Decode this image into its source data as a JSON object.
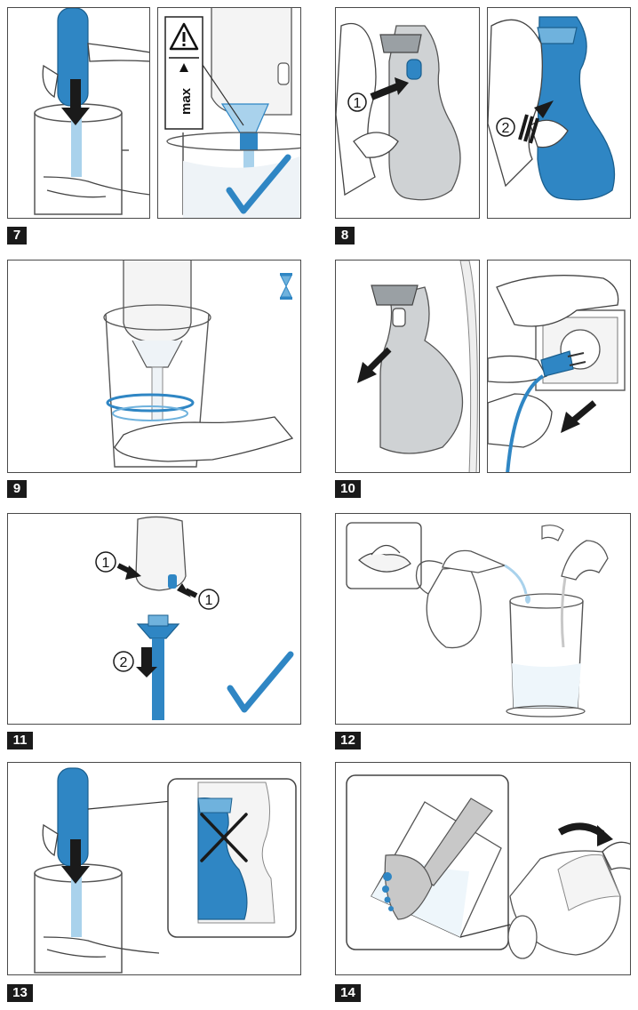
{
  "steps": [
    {
      "number": "7",
      "panel_text": "max"
    },
    {
      "number": "8",
      "callouts": [
        "1",
        "2"
      ]
    },
    {
      "number": "9"
    },
    {
      "number": "10"
    },
    {
      "number": "11",
      "callouts": [
        "1",
        "1",
        "2"
      ]
    },
    {
      "number": "12"
    },
    {
      "number": "13"
    },
    {
      "number": "14"
    }
  ],
  "colors": {
    "accent_blue": "#2f86c4",
    "light_blue": "#a9d2ec",
    "frame_border": "#4a4a4a",
    "badge_bg": "#1a1a1a",
    "housing_gray": "#c8c8c8"
  },
  "icons": [
    "warning-icon",
    "arrow-up-icon",
    "hourglass-icon",
    "checkmark-icon",
    "cross-icon",
    "arrow-down-icon"
  ]
}
